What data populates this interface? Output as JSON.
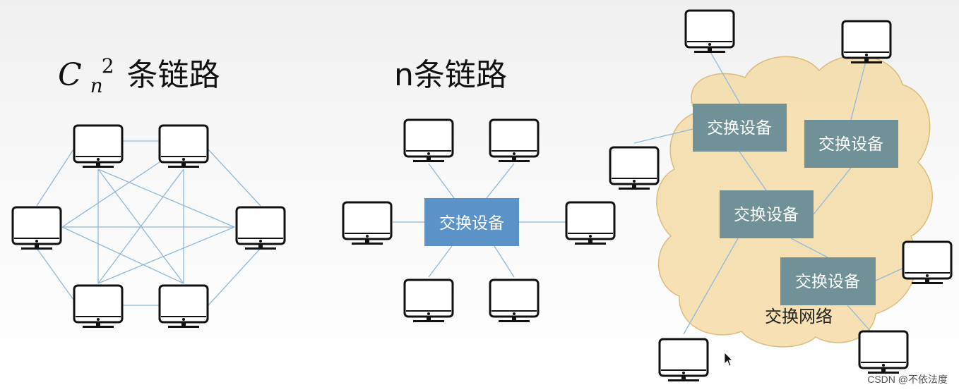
{
  "titles": {
    "mesh_symbol": "C",
    "mesh_sub": "n",
    "mesh_sup": "2",
    "mesh_text": "条链路",
    "star": "n条链路"
  },
  "labels": {
    "switch": "交换设备",
    "network": "交换网络"
  },
  "watermark": "CSDN @不依法度",
  "colors": {
    "line": "#8fb8dc",
    "star_switch": "#5b93c9",
    "net_switch": "#6f9197",
    "cloud_fill": "#f5dca8",
    "cloud_stroke": "#d6b265",
    "monitor": "#111111"
  }
}
